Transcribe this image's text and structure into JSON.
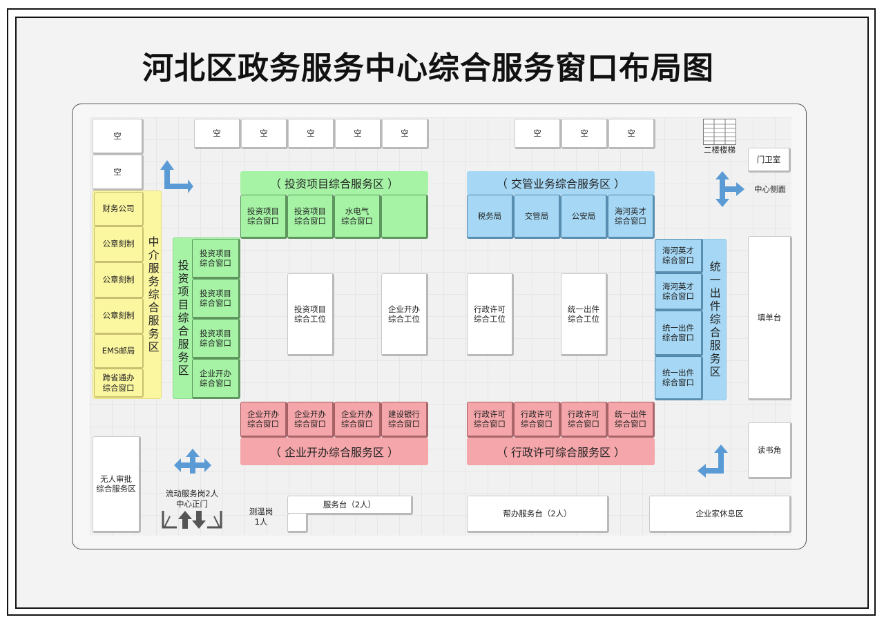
{
  "title": "河北区政务服务中心综合服务窗口布局图",
  "top_empty": [
    "空",
    "空",
    "空",
    "空",
    "空"
  ],
  "top_empty_right": [
    "空",
    "空",
    "空"
  ],
  "left_empty": [
    "空",
    "空"
  ],
  "stairs_label": "二楼楼梯",
  "guard_room": "门卫室",
  "center_side": "中心侧面",
  "fill_desk": "填单台",
  "reading_corner": "读书角",
  "intermediary": {
    "title": "中介服务综合服务区",
    "items": [
      "财务公司",
      "公章刻制",
      "公章刻制",
      "公章刻制",
      "EMS邮局",
      "跨省通办\n综合窗口"
    ]
  },
  "investment_top": {
    "title": "（ 投资项目综合服务区 ）",
    "windows": [
      "投资项目\n综合窗口",
      "投资项目\n综合窗口",
      "水电气\n综合窗口",
      ""
    ]
  },
  "investment_left": {
    "title": "投资项目综合服务区",
    "windows": [
      "投资项目\n综合窗口",
      "投资项目\n综合窗口",
      "投资项目\n综合窗口",
      "企业开办\n综合窗口"
    ]
  },
  "traffic": {
    "title": "（ 交管业务综合服务区 ）",
    "windows": [
      "税务局",
      "交管局",
      "公安局",
      "海河英才\n综合窗口"
    ]
  },
  "unified": {
    "title": "统一出件综合服务区",
    "windows": [
      "海河英才\n综合窗口",
      "海河英才\n综合窗口",
      "统一出件\n综合窗口",
      "统一出件\n综合窗口"
    ]
  },
  "enterprise": {
    "title": "（ 企业开办综合服务区 ）",
    "windows": [
      "企业开办\n综合窗口",
      "企业开办\n综合窗口",
      "企业开办\n综合窗口",
      "建设银行\n综合窗口"
    ]
  },
  "admin": {
    "title": "（ 行政许可综合服务区 ）",
    "windows": [
      "行政许可\n综合窗口",
      "行政许可\n综合窗口",
      "行政许可\n综合窗口",
      "统一出件\n综合窗口"
    ]
  },
  "workstations": [
    "投资项目\n综合工位",
    "企业开办\n综合工位",
    "行政许可\n综合工位",
    "统一出件\n综合工位"
  ],
  "unmanned": "无人审批\n综合服务区",
  "mobile_post": "流动服务岗2人\n中心正门",
  "temp_post": "测温岗\n1人",
  "service_desk": "服务台（2人）",
  "help_desk": "帮办服务台（2人）",
  "lounge": "企业家休息区",
  "colors": {
    "green": "#a6f3a6",
    "blue": "#a6d8f5",
    "red": "#f5a6aa",
    "yellow": "#fbf6a0",
    "arrow": "#5b9bd5"
  },
  "icons": [
    "direction-arrow-icon",
    "stairs-icon",
    "entrance-icon"
  ]
}
